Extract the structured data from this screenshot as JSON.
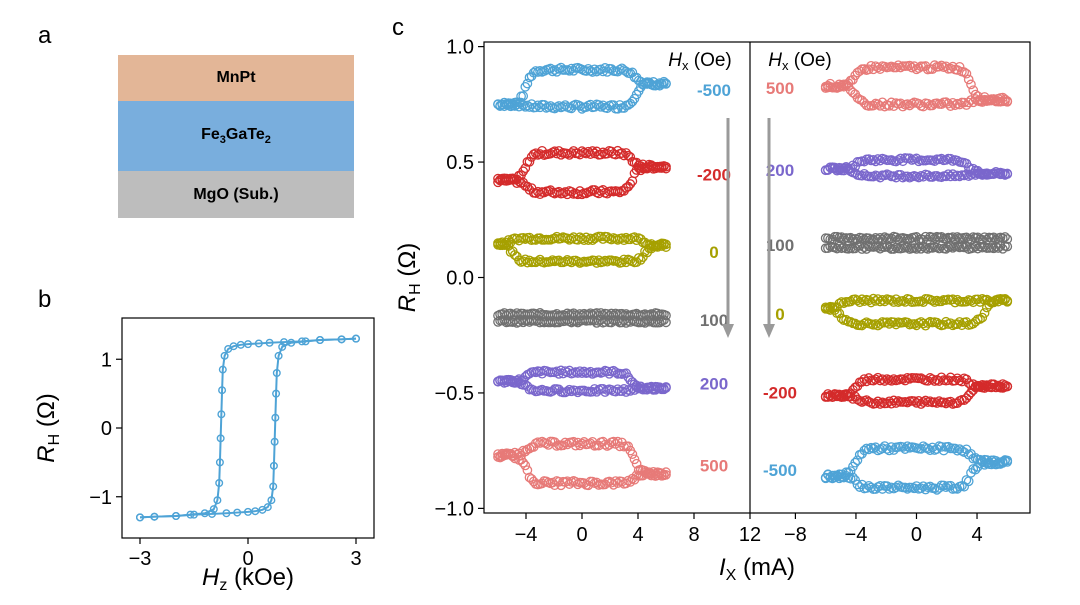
{
  "panels": {
    "a": "a",
    "b": "b",
    "c": "c"
  },
  "stack": {
    "layers": [
      {
        "label": "MnPt",
        "color": "#e3b697"
      },
      {
        "label": "Fe",
        "sub1": "3",
        "mid": "GaTe",
        "sub2": "2",
        "color": "#79aedd"
      },
      {
        "label": "MgO (Sub.)",
        "color": "#bdbdbd"
      }
    ]
  },
  "colors": {
    "blue": "#4ea3d6",
    "red": "#d42b2b",
    "olive": "#a6a000",
    "gray": "#707070",
    "purple": "#7a67cc",
    "pink": "#e77a78",
    "arrow": "#9a9a9a",
    "panel_b": "#4ea3d6"
  },
  "chart_data": [
    {
      "type": "line",
      "panel": "b",
      "xlabel": {
        "main": "H",
        "sub": "z",
        "unit": " (kOe)"
      },
      "ylabel": {
        "main": "R",
        "sub": "H",
        "unit": " (Ω)"
      },
      "xlim": [
        -3.5,
        3.5
      ],
      "ylim": [
        -1.6,
        1.6
      ],
      "xticks": [
        -3,
        0,
        3
      ],
      "xtick_labels": [
        "−3",
        "0",
        "3"
      ],
      "yticks": [
        -1,
        0,
        1
      ],
      "ytick_labels": [
        "−1",
        "0",
        "1"
      ],
      "series": [
        {
          "branch": "descending",
          "x": [
            3.0,
            2.6,
            2.0,
            1.5,
            1.0,
            0.6,
            0.3,
            0.0,
            -0.2,
            -0.4,
            -0.55,
            -0.65,
            -0.7,
            -0.72,
            -0.74,
            -0.76,
            -0.78,
            -0.8,
            -0.85,
            -0.95,
            -1.2,
            -1.6,
            -2.0,
            -2.6,
            -3.0
          ],
          "y": [
            1.3,
            1.29,
            1.28,
            1.26,
            1.25,
            1.24,
            1.23,
            1.22,
            1.21,
            1.19,
            1.15,
            1.05,
            0.85,
            0.55,
            0.2,
            -0.15,
            -0.5,
            -0.8,
            -1.05,
            -1.18,
            -1.24,
            -1.26,
            -1.28,
            -1.29,
            -1.3
          ]
        },
        {
          "branch": "ascending",
          "x": [
            -3.0,
            -2.6,
            -2.0,
            -1.5,
            -1.0,
            -0.6,
            -0.3,
            0.0,
            0.2,
            0.4,
            0.55,
            0.65,
            0.7,
            0.72,
            0.74,
            0.76,
            0.78,
            0.8,
            0.85,
            0.95,
            1.2,
            1.6,
            2.0,
            2.6,
            3.0
          ],
          "y": [
            -1.3,
            -1.29,
            -1.28,
            -1.26,
            -1.25,
            -1.24,
            -1.23,
            -1.22,
            -1.21,
            -1.19,
            -1.15,
            -1.05,
            -0.85,
            -0.55,
            -0.2,
            0.15,
            0.5,
            0.8,
            1.05,
            1.18,
            1.24,
            1.26,
            1.28,
            1.29,
            1.3
          ]
        }
      ]
    },
    {
      "type": "scatter",
      "panel": "c",
      "xlabel": {
        "main": "I",
        "sub": "X",
        "unit": " (mA)"
      },
      "ylabel": {
        "main": "R",
        "sub": "H",
        "unit": " (Ω)"
      },
      "ylim": [
        -1.02,
        1.02
      ],
      "yticks": [
        -1.0,
        -0.5,
        0.0,
        0.5,
        1.0
      ],
      "ytick_labels": [
        "−1.0",
        "−0.5",
        "0.0",
        "0.5",
        "1.0"
      ],
      "xticks_left": [
        -4,
        0,
        4,
        8,
        12
      ],
      "xtick_labels_left": [
        "−4",
        "0",
        "4",
        "8",
        "12"
      ],
      "xticks_right": [
        -8,
        -4,
        0,
        4
      ],
      "xtick_labels_right": [
        "−8",
        "−4",
        "0",
        "4"
      ],
      "xlim_left": [
        -7,
        12
      ],
      "xlim_right": [
        -11,
        7.5
      ],
      "legend_title": {
        "main": "H",
        "sub": "x",
        "unit": " (Oe)"
      },
      "left_series": [
        {
          "label": "-500",
          "color": "blue",
          "upper": 0.9,
          "lower": 0.74,
          "start": 0.75,
          "end": 0.84,
          "sw_pos": 3.8,
          "sw_neg": -4.0,
          "shape": "loop"
        },
        {
          "label": "-200",
          "color": "red",
          "upper": 0.54,
          "lower": 0.37,
          "start": 0.42,
          "end": 0.48,
          "sw_pos": 3.6,
          "sw_neg": -4.0,
          "shape": "loop"
        },
        {
          "label": "0",
          "color": "olive",
          "upper": 0.17,
          "lower": 0.07,
          "start": 0.15,
          "end": 0.14,
          "sw_pos": 4.5,
          "sw_neg": -5.0,
          "shape": "loop"
        },
        {
          "label": "100",
          "color": "gray",
          "upper": -0.16,
          "lower": -0.19,
          "start": -0.18,
          "end": -0.18,
          "sw_pos": 0,
          "sw_neg": 0,
          "shape": "band"
        },
        {
          "label": "200",
          "color": "purple",
          "upper": -0.41,
          "lower": -0.49,
          "start": -0.45,
          "end": -0.48,
          "sw_pos": 3.5,
          "sw_neg": -4.0,
          "shape": "loop"
        },
        {
          "label": "500",
          "color": "pink",
          "upper": -0.72,
          "lower": -0.89,
          "start": -0.77,
          "end": -0.85,
          "sw_pos": 3.7,
          "sw_neg": -4.0,
          "shape": "loop"
        }
      ],
      "right_series": [
        {
          "label": "500",
          "color": "pink",
          "upper": 0.91,
          "lower": 0.75,
          "start": 0.83,
          "end": 0.77,
          "sw_pos": 3.6,
          "sw_neg": -4.0,
          "shape": "loop"
        },
        {
          "label": "200",
          "color": "purple",
          "upper": 0.51,
          "lower": 0.44,
          "start": 0.47,
          "end": 0.45,
          "sw_pos": 3.5,
          "sw_neg": -4.0,
          "shape": "loop"
        },
        {
          "label": "100",
          "color": "gray",
          "upper": 0.17,
          "lower": 0.13,
          "start": 0.15,
          "end": 0.15,
          "sw_pos": 0,
          "sw_neg": 0,
          "shape": "band"
        },
        {
          "label": "0",
          "color": "olive",
          "upper": -0.1,
          "lower": -0.2,
          "start": -0.13,
          "end": -0.1,
          "sw_pos": 4.5,
          "sw_neg": -5.0,
          "shape": "loop"
        },
        {
          "label": "-200",
          "color": "red",
          "upper": -0.44,
          "lower": -0.54,
          "start": -0.51,
          "end": -0.47,
          "sw_pos": 3.5,
          "sw_neg": -4.0,
          "shape": "loop"
        },
        {
          "label": "-500",
          "color": "blue",
          "upper": -0.74,
          "lower": -0.91,
          "start": -0.86,
          "end": -0.8,
          "sw_pos": 3.6,
          "sw_neg": -4.0,
          "shape": "loop"
        }
      ]
    }
  ]
}
